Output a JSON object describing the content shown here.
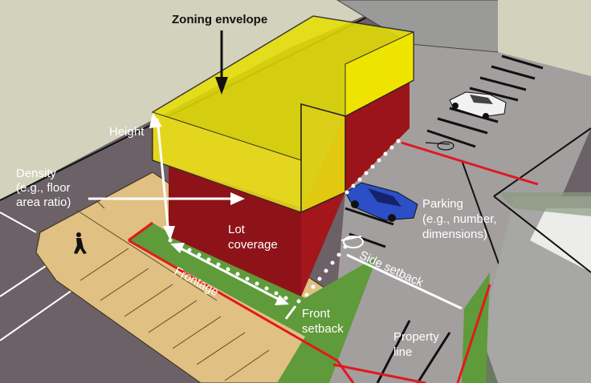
{
  "title": "Zoning envelope",
  "labels": {
    "zoning_envelope": "Zoning envelope",
    "height": "Height",
    "density_line1": "Density",
    "density_line2": "(e.g., floor",
    "density_line3": "area ratio)",
    "lot_coverage_line1": "Lot",
    "lot_coverage_line2": "coverage",
    "frontage": "Frontage",
    "front_setback_line1": "Front",
    "front_setback_line2": "setback",
    "side_setback": "Side setback",
    "parking_line1": "Parking",
    "parking_line2": "(e.g., number,",
    "parking_line3": "dimensions)",
    "property_line_line1": "Property",
    "property_line_line2": "line"
  },
  "colors": {
    "background": "#d3d2bd",
    "road": "#6b6166",
    "sidewalk": "#e0c083",
    "lawn": "#5f9a3b",
    "building_red": "#9b1419",
    "envelope_yellow": "#e8e000",
    "parking_lot": "#a39f9f",
    "property_line": "#e0191e",
    "neighbor_building": "#a6a6a4",
    "car_blue": "#2c4fc8",
    "car_white": "#f2f2f2"
  }
}
